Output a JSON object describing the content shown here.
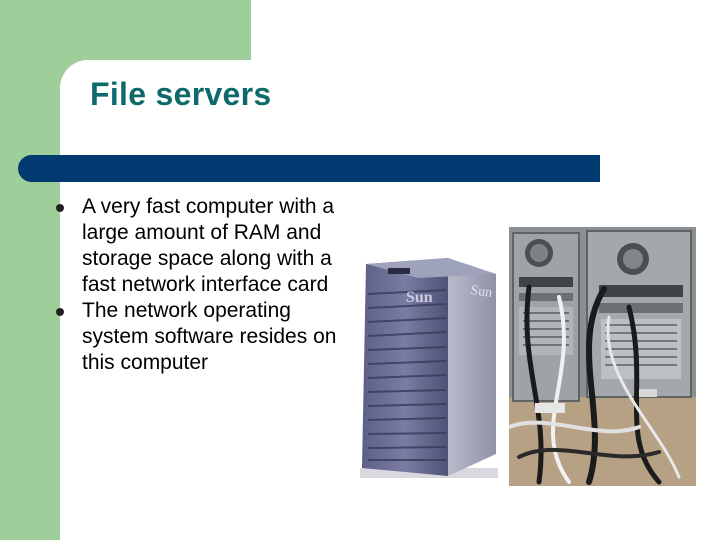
{
  "slide": {
    "title": "File servers",
    "bullets": [
      {
        "text": "A very fast computer with a large amount of RAM and storage space along with a fast network interface card"
      },
      {
        "text": "The network operating system software resides on this computer"
      }
    ],
    "server_brand": "Sun",
    "colors": {
      "accent_green": "#9ecf9a",
      "title_teal": "#0e6a6a",
      "bar_navy": "#003a70"
    }
  }
}
